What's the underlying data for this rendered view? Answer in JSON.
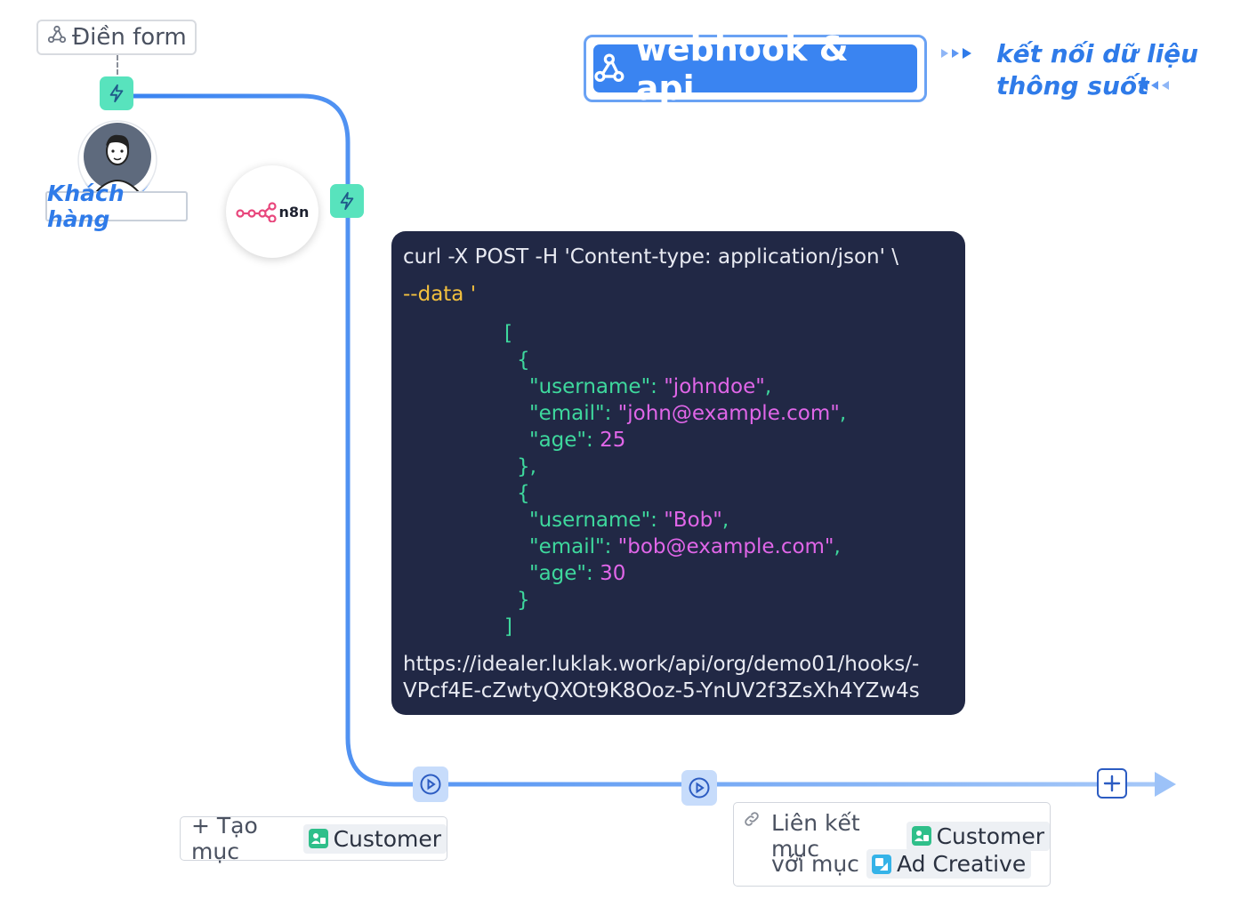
{
  "trigger_form": {
    "icon": "webhook-icon",
    "label": "Điền form"
  },
  "customer_node": {
    "avatar": "person-avatar",
    "label": "Khách hàng"
  },
  "n8n_node": {
    "icon": "n8n-logo-icon",
    "label": "n8n"
  },
  "header": {
    "title": "webhook & api",
    "title_icon": "webhook-icon",
    "tagline_line1": "kết nối dữ liệu",
    "tagline_line2": "thông suốt"
  },
  "code_block": {
    "line1": "curl -X POST -H 'Content-type: application/json' \\",
    "line2": "--data '",
    "json_lines": [
      {
        "indent": 0,
        "parts": [
          {
            "t": "[",
            "c": "green"
          }
        ]
      },
      {
        "indent": 1,
        "parts": [
          {
            "t": "{",
            "c": "green"
          }
        ]
      },
      {
        "indent": 2,
        "parts": [
          {
            "t": "\"username\"",
            "c": "green"
          },
          {
            "t": ": ",
            "c": "green"
          },
          {
            "t": "\"johndoe\"",
            "c": "pink"
          },
          {
            "t": ",",
            "c": "green"
          }
        ]
      },
      {
        "indent": 2,
        "parts": [
          {
            "t": "\"email\"",
            "c": "green"
          },
          {
            "t": ": ",
            "c": "green"
          },
          {
            "t": "\"john@example.com\"",
            "c": "pink"
          },
          {
            "t": ",",
            "c": "green"
          }
        ]
      },
      {
        "indent": 2,
        "parts": [
          {
            "t": "\"age\"",
            "c": "green"
          },
          {
            "t": ": ",
            "c": "green"
          },
          {
            "t": "25",
            "c": "pink"
          }
        ]
      },
      {
        "indent": 1,
        "parts": [
          {
            "t": "},",
            "c": "green"
          }
        ]
      },
      {
        "indent": 1,
        "parts": [
          {
            "t": "{",
            "c": "green"
          }
        ]
      },
      {
        "indent": 2,
        "parts": [
          {
            "t": "\"username\"",
            "c": "green"
          },
          {
            "t": ": ",
            "c": "green"
          },
          {
            "t": "\"Bob\"",
            "c": "pink"
          },
          {
            "t": ",",
            "c": "green"
          }
        ]
      },
      {
        "indent": 2,
        "parts": [
          {
            "t": "\"email\"",
            "c": "green"
          },
          {
            "t": ": ",
            "c": "green"
          },
          {
            "t": "\"bob@example.com\"",
            "c": "pink"
          },
          {
            "t": ",",
            "c": "green"
          }
        ]
      },
      {
        "indent": 2,
        "parts": [
          {
            "t": "\"age\"",
            "c": "green"
          },
          {
            "t": ": ",
            "c": "green"
          },
          {
            "t": "30",
            "c": "pink"
          }
        ]
      },
      {
        "indent": 1,
        "parts": [
          {
            "t": "}",
            "c": "green"
          }
        ]
      },
      {
        "indent": 0,
        "parts": [
          {
            "t": "]",
            "c": "green"
          }
        ]
      }
    ],
    "url_line1": "https://idealer.luklak.work/api/org/demo01/hooks/-",
    "url_line2": "VPcf4E-cZwtyQXOt9K8Ooz-5-YnUV2f3ZsXh4YZw4s"
  },
  "create_action": {
    "prefix": "+ Tạo mục",
    "item": "Customer",
    "item_icon": "customer-icon"
  },
  "link_action": {
    "icon": "link-icon",
    "line1_prefix": "Liên kết mục",
    "line1_item": "Customer",
    "line1_icon": "customer-icon",
    "line2_prefix": "với mục",
    "line2_item": "Ad Creative",
    "line2_icon": "ad-creative-icon"
  },
  "colors": {
    "accent_blue": "#3a84f1",
    "trigger_green": "#58e3bd",
    "code_bg": "#212845",
    "json_key": "#3ed89d",
    "json_value": "#e066e8",
    "data_flag": "#f3c03e"
  }
}
